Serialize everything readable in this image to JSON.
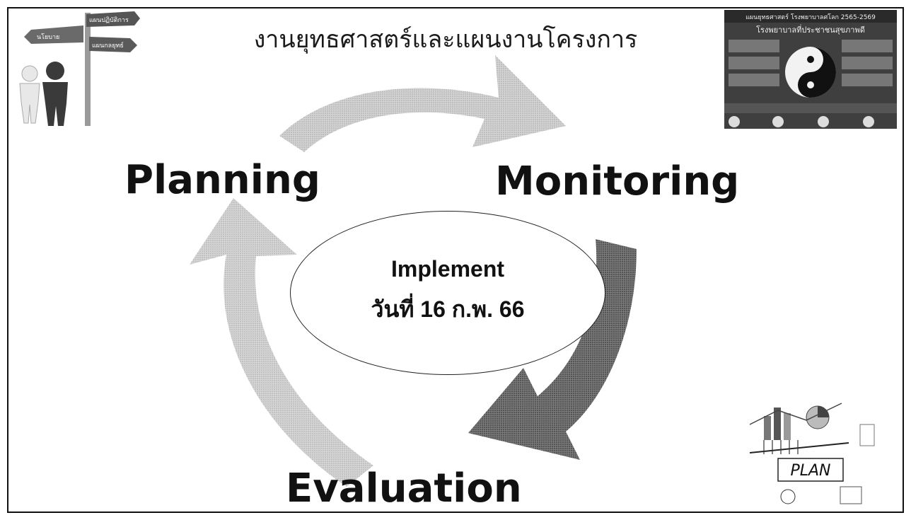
{
  "slide": {
    "title": "งานยุทธศาสตร์และแผนงานโครงการ",
    "stages": {
      "planning": "Planning",
      "monitoring": "Monitoring",
      "evaluation": "Evaluation"
    },
    "center": {
      "title": "Implement",
      "date": "วันที่ 16 ก.พ.  66"
    },
    "signpost": {
      "sign_top": "แผนปฏิบัติการ",
      "sign_left": "นโยบาย",
      "sign_right": "แผนกลยุทธ์"
    },
    "poster": {
      "header": "แผนยุทธศาสตร์ โรงพยาบาลศโลก 2565-2569",
      "banner": "โรงพยาบาลที่ประชาชนสุขภาพดี"
    },
    "plan_sketch": {
      "word": "PLAN"
    }
  },
  "colors": {
    "arrow_top": "#bdbdbd",
    "arrow_left": "#c8c8c8",
    "arrow_right": "#6e6e6e",
    "poster_bg": "#3f3f3f"
  },
  "icons": [
    "person-white-icon",
    "person-dark-icon",
    "signpost-icon",
    "yin-yang-icon",
    "plan-sketch-icon"
  ]
}
